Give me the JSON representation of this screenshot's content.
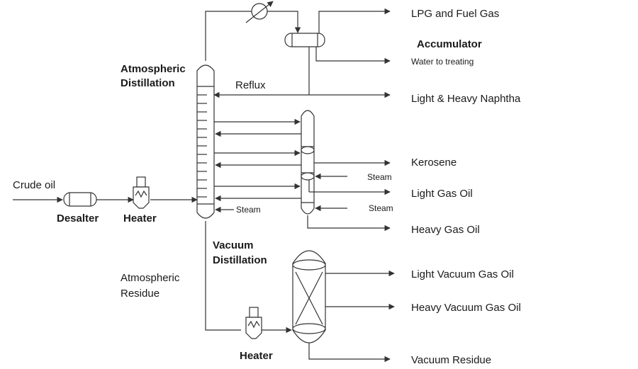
{
  "labels": {
    "crude_oil": "Crude oil",
    "desalter": "Desalter",
    "heater1": "Heater",
    "atm_title1": "Atmospheric",
    "atm_title2": "Distillation",
    "reflux": "Reflux",
    "accumulator": "Accumulator",
    "lpg": "LPG and Fuel Gas",
    "water": "Water to treating",
    "naphtha": "Light & Heavy Naphtha",
    "kerosene": "Kerosene",
    "steam_strip1": "Steam",
    "light_gas_oil": "Light Gas Oil",
    "steam_strip2": "Steam",
    "steam_atm": "Steam",
    "heavy_gas_oil": "Heavy Gas Oil",
    "vac_title1": "Vacuum",
    "vac_title2": "Distillation",
    "atm_res1": "Atmospheric",
    "atm_res2": "Residue",
    "lvgo": "Light Vacuum Gas Oil",
    "hvgo": "Heavy Vacuum Gas Oil",
    "heater2": "Heater",
    "vac_res": "Vacuum Residue"
  }
}
